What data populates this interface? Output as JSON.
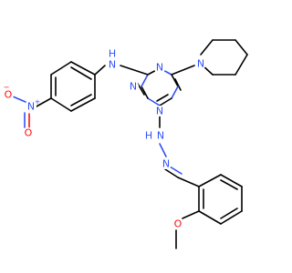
{
  "molecule": {
    "atoms": {
      "n_ring_1": "N",
      "n_ring_2": "N",
      "n_ring_3": "N",
      "n_piperidine": "N",
      "n_amine": "N",
      "h_amine": "H",
      "n_hydrazone_1": "N",
      "h_hydrazone": "H",
      "n_hydrazone_2": "N",
      "n_nitro": "N",
      "nitro_charge_plus": "+",
      "o_nitro_1": "O",
      "o_nitro_2": "O",
      "nitro_charge_minus": "−",
      "o_methoxy": "O"
    },
    "colors": {
      "carbon_bond": "#000000",
      "nitrogen": "#3050F8",
      "oxygen": "#FF0D0D",
      "background": "#ffffff"
    }
  }
}
